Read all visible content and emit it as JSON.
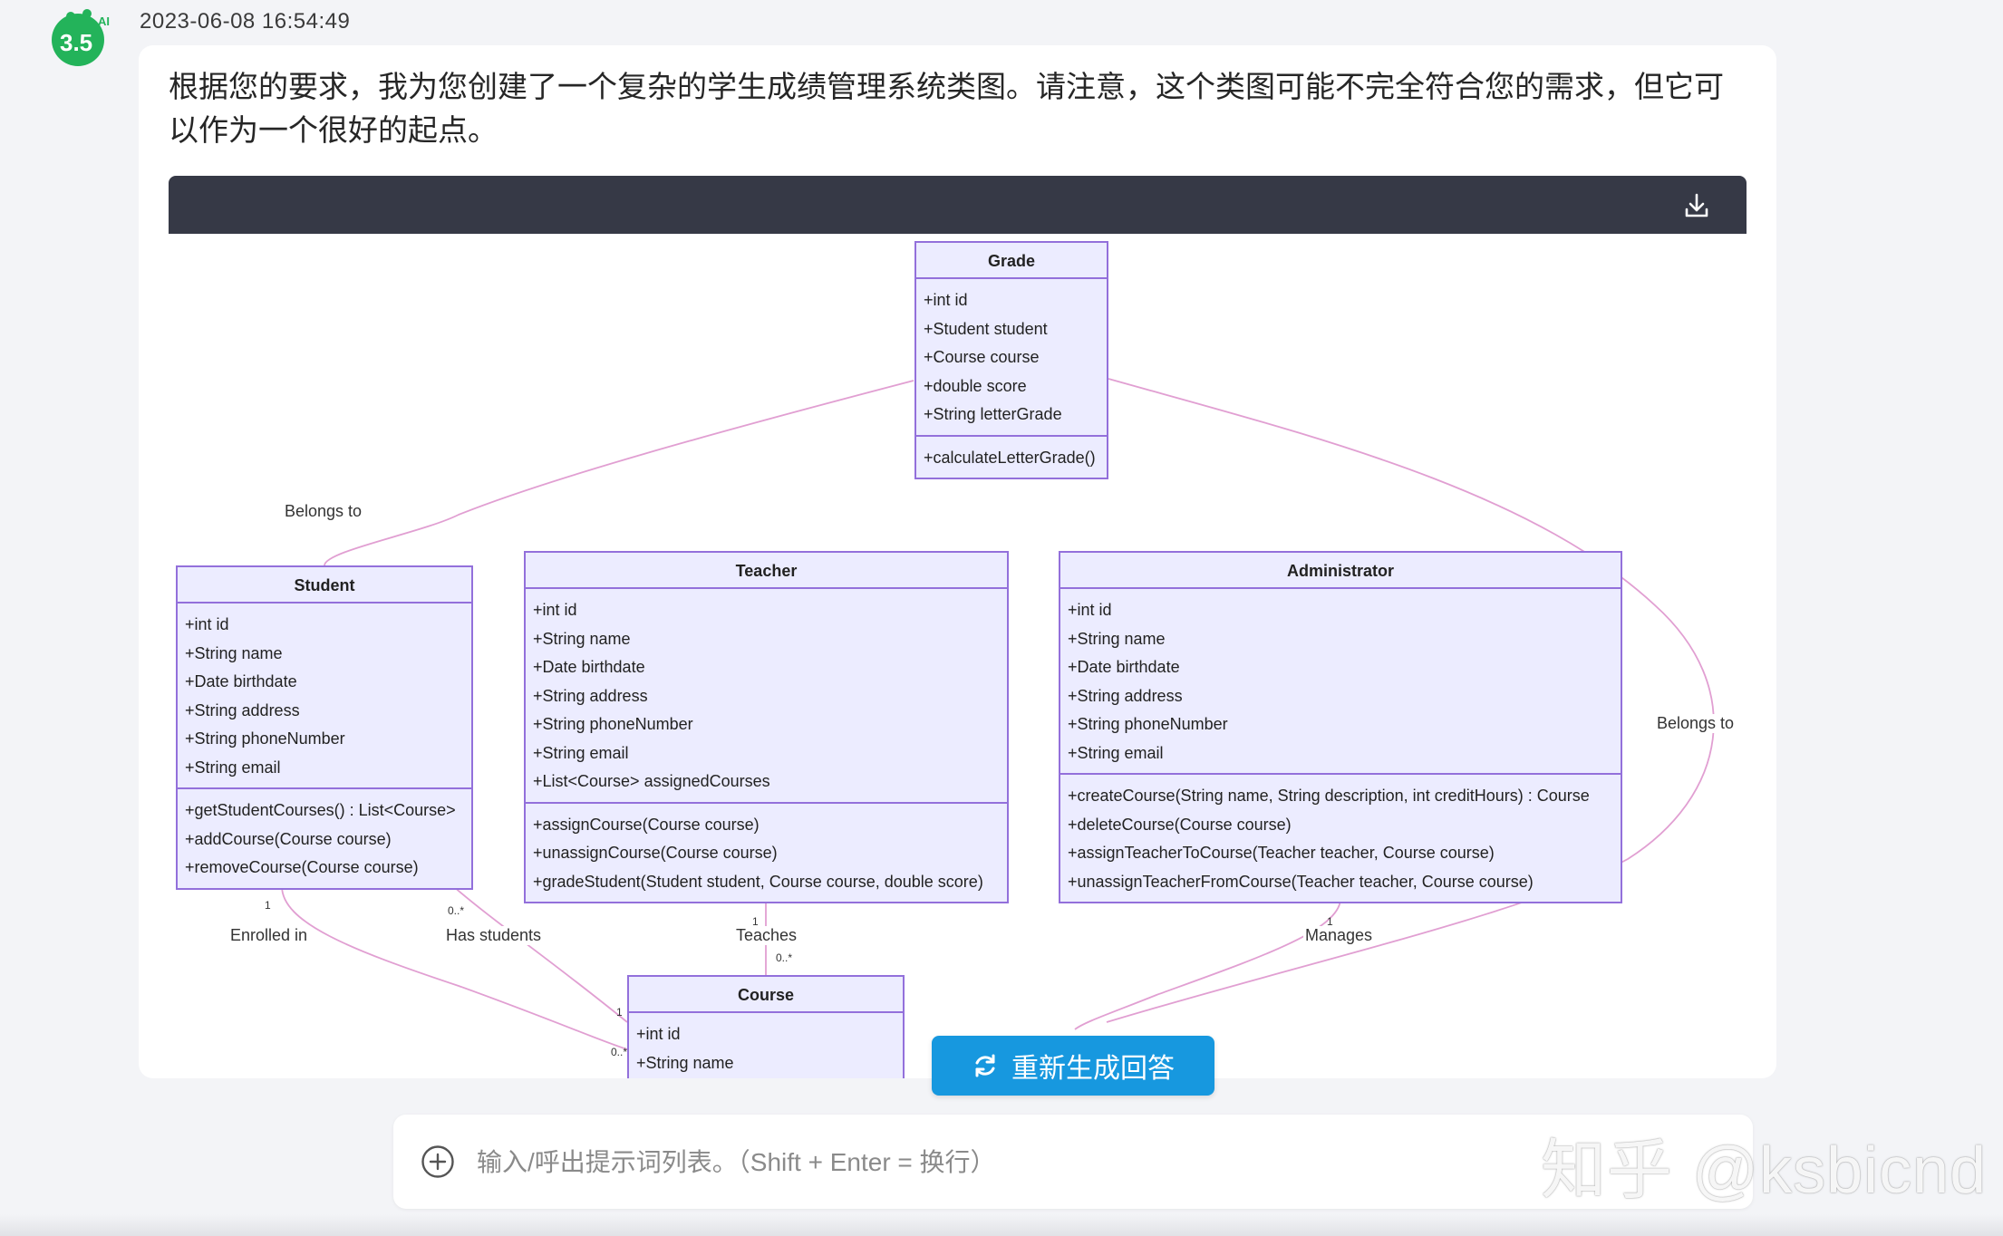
{
  "message": {
    "timestamp": "2023-06-08 16:54:49",
    "avatar_badge": "3.5",
    "avatar_tag": "AI",
    "intro_text": "根据您的要求，我为您创建了一个复杂的学生成绩管理系统类图。请注意，这个类图可能不完全符合您的需求，但它可以作为一个很好的起点。"
  },
  "diagram": {
    "download_icon": "download-icon",
    "classes": {
      "grade": {
        "name": "Grade",
        "attributes": [
          "+int id",
          "+Student student",
          "+Course course",
          "+double score",
          "+String letterGrade"
        ],
        "methods": [
          "+calculateLetterGrade()"
        ]
      },
      "student": {
        "name": "Student",
        "attributes": [
          "+int id",
          "+String name",
          "+Date birthdate",
          "+String address",
          "+String phoneNumber",
          "+String email"
        ],
        "methods": [
          "+getStudentCourses() : List<Course>",
          "+addCourse(Course course)",
          "+removeCourse(Course course)"
        ]
      },
      "teacher": {
        "name": "Teacher",
        "attributes": [
          "+int id",
          "+String name",
          "+Date birthdate",
          "+String address",
          "+String phoneNumber",
          "+String email",
          "+List<Course> assignedCourses"
        ],
        "methods": [
          "+assignCourse(Course course)",
          "+unassignCourse(Course course)",
          "+gradeStudent(Student student, Course course, double score)"
        ]
      },
      "administrator": {
        "name": "Administrator",
        "attributes": [
          "+int id",
          "+String name",
          "+Date birthdate",
          "+String address",
          "+String phoneNumber",
          "+String email"
        ],
        "methods": [
          "+createCourse(String name, String description, int creditHours) : Course",
          "+deleteCourse(Course course)",
          "+assignTeacherToCourse(Teacher teacher, Course course)",
          "+unassignTeacherFromCourse(Teacher teacher, Course course)"
        ]
      },
      "course": {
        "name": "Course",
        "attributes": [
          "+int id",
          "+String name"
        ],
        "methods": []
      }
    },
    "relations": {
      "grade_student": "Belongs to",
      "grade_course": "Belongs to",
      "enrolled_in": "Enrolled in",
      "has_students": "Has students",
      "teaches": "Teaches",
      "manages": "Manages"
    },
    "multiplicities": {
      "enrolled_student": "1",
      "enrolled_course": "0..*",
      "has_students_student": "0..*",
      "has_students_course": "1",
      "teaches_teacher": "1",
      "teaches_course": "0..*",
      "manages_admin": "1"
    }
  },
  "actions": {
    "regenerate_label": "重新生成回答",
    "regenerate_icon": "refresh-icon"
  },
  "input": {
    "placeholder": "输入/呼出提示词列表。（Shift + Enter = 换行）",
    "value": "",
    "plus_icon": "plus-circle-icon"
  },
  "watermark": "知乎 @ksbicnd"
}
